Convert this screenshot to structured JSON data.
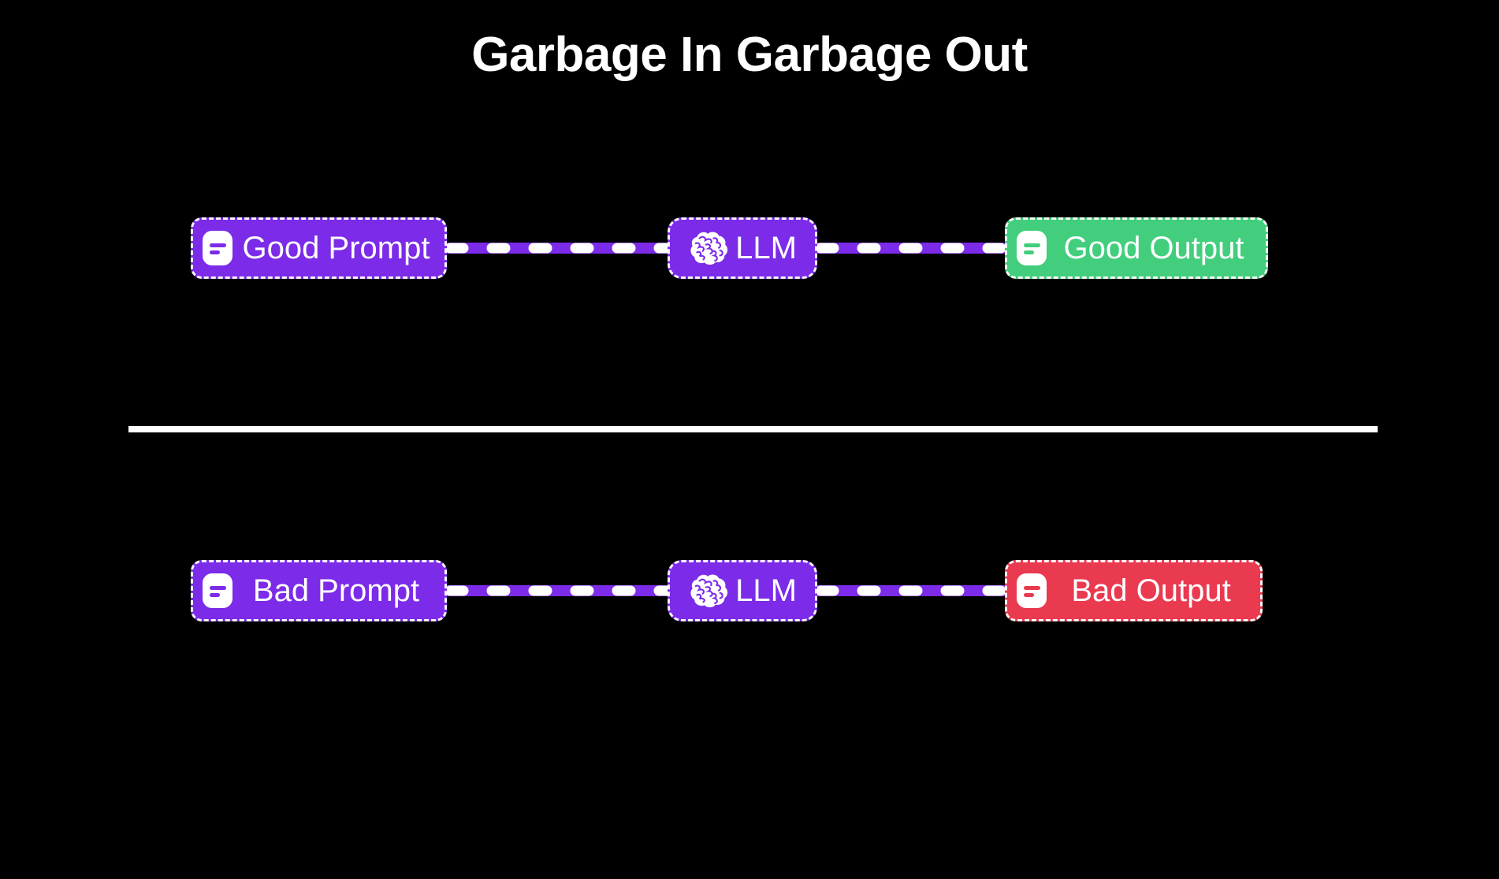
{
  "title": "Garbage In Garbage Out",
  "colors": {
    "background": "#000000",
    "purple": "#7C2BE8",
    "green": "#42CE7D",
    "red": "#E93A50",
    "white": "#FFFFFF"
  },
  "rows": [
    {
      "name": "good-flow",
      "nodes": [
        {
          "id": "good-prompt",
          "label": "Good Prompt",
          "icon": "message-lines-icon",
          "color": "purple"
        },
        {
          "id": "llm-good",
          "label": "LLM",
          "icon": "brain-icon",
          "color": "purple"
        },
        {
          "id": "good-output",
          "label": "Good Output",
          "icon": "message-lines-icon",
          "color": "green"
        }
      ],
      "edges": [
        {
          "from": "good-prompt",
          "to": "llm-good",
          "style": "purple-dashed"
        },
        {
          "from": "llm-good",
          "to": "good-output",
          "style": "purple-dashed"
        }
      ]
    },
    {
      "name": "bad-flow",
      "nodes": [
        {
          "id": "bad-prompt",
          "label": "Bad Prompt",
          "icon": "message-lines-icon",
          "color": "purple"
        },
        {
          "id": "llm-bad",
          "label": "LLM",
          "icon": "brain-icon",
          "color": "purple"
        },
        {
          "id": "bad-output",
          "label": "Bad Output",
          "icon": "message-lines-icon",
          "color": "red"
        }
      ],
      "edges": [
        {
          "from": "bad-prompt",
          "to": "llm-bad",
          "style": "purple-dashed"
        },
        {
          "from": "llm-bad",
          "to": "bad-output",
          "style": "purple-dashed"
        }
      ]
    }
  ]
}
